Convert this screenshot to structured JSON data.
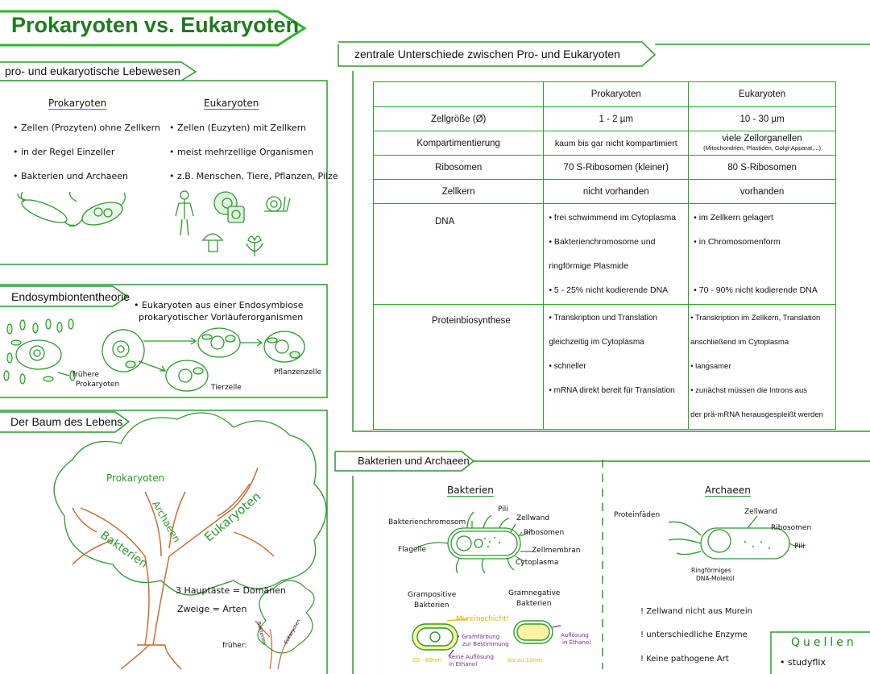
{
  "title": "Prokaryoten vs. Eukaryoten",
  "colors": {
    "green": "#1f8a1f",
    "brown": "#c7642a",
    "yellow": "#e0c020",
    "purple": "#7a2a9a"
  },
  "lebewesen": {
    "header": "pro- und eukaryotische Lebewesen",
    "prok_title": "Prokaryoten",
    "euk_title": "Eukaryoten",
    "prok_items": [
      "• Zellen (Prozyten) ohne Zellkern",
      "• in der Regel  Einzeller",
      "• Bakterien und  Archaeen"
    ],
    "euk_items": [
      "• Zellen (Euzyten) mit Zellkern",
      "• meist mehrzellige Organismen",
      "• z.B. Menschen, Tiere, Pflanzen, Pilze"
    ]
  },
  "endo": {
    "header": "Endosymbiontentheorie",
    "desc1": "• Eukaryoten aus einer Endosymbiose",
    "desc2": "prokaryotischer Vorläuferorganismen",
    "label_prok1": "frühere",
    "label_prok2": "Prokaryoten",
    "label_tier": "Tierzelle",
    "label_pflanze": "Pflanzenzelle"
  },
  "baum": {
    "header": "Der Baum des Lebens",
    "prokaryoten": "Prokaryoten",
    "archaeen": "Archaeen",
    "bakterien": "Bakterien",
    "eukaryoten": "Eukaryoten",
    "note1": "3 Hauptäste = Domänen",
    "note2": "Zweige = Arten",
    "frueher": "früher:",
    "small_bakt": "Bakterien",
    "small_euk": "Eukaryoten"
  },
  "unterschiede": {
    "header": "zentrale Unterschiede zwischen Pro- und Eukaryoten",
    "col_prok": "Prokaryoten",
    "col_euk": "Eukaryoten",
    "rows": [
      {
        "label": "Zellgröße (Ø)",
        "prok": "1 - 2 µm",
        "euk": "10 - 30 µm"
      },
      {
        "label": "Kompartimentierung",
        "prok": "kaum bis gar nicht kompartimiert",
        "euk": "viele  Zellorganellen",
        "euk2": "(Mitochondrien, Plastiden, Golgi-Apparat,...)"
      },
      {
        "label": "Ribosomen",
        "prok": "70  S-Ribosomen  (kleiner)",
        "euk": "80  S-Ribosomen"
      },
      {
        "label": "Zellkern",
        "prok": "nicht  vorhanden",
        "euk": "vorhanden"
      }
    ],
    "dna_label": "DNA",
    "dna_prok": [
      "• frei schwimmend im Cytoplasma",
      "• Bakterienchromosome und",
      "ringförmige Plasmide",
      "• 5 - 25%  nicht kodierende DNA"
    ],
    "dna_euk": [
      "• im  Zellkern  gelagert",
      "• in  Chromosomenform",
      "",
      "• 70 - 90%  nicht kodierende DNA"
    ],
    "pb_label": "Proteinbiosynthese",
    "pb_prok": [
      "• Transkription und Translation",
      "gleichzeitig  im  Cytoplasma",
      "• schneller",
      "• mRNA direkt bereit  für Translation"
    ],
    "pb_euk": [
      "• Transkription im Zellkern, Translation",
      "anschließend  im  Cytoplasma",
      "• langsamer",
      "• zunächst müssen die Introns aus",
      "der prä-mRNA herausgespleißt werden"
    ]
  },
  "bakarch": {
    "header": "Bakterien und Archaeen",
    "bakterien": "Bakterien",
    "archaeen": "Archaeen",
    "b_chrom": "Bakterienchromosom",
    "b_pili": "Pili",
    "b_zellwand": "Zellwand",
    "b_ribosomen": "Ribosomen",
    "b_zellmembran": "Zellmembran",
    "b_cytoplasma": "Cytoplasma",
    "b_flagelle": "Flagelle",
    "grampos1": "Grampositive",
    "grampos2": "Bakterien",
    "gramneg1": "Gramnegative",
    "gramneg2": "Bakterien",
    "murein": "Mureinschicht!",
    "gramfaerbung1": "• Gramfärbung",
    "gramfaerbung2": "zur Bestimmung",
    "keine1": "keine Auflösung",
    "keine2": "in Ethanol",
    "aufl1": "Auflösung",
    "aufl2": "in Ethanol",
    "size1": "20 - 80nm",
    "size2": "bis zu  10nm",
    "a_proteinfaeden": "Proteinfäden",
    "a_zellwand": "Zellwand",
    "a_ribosomen": "Ribosomen",
    "a_pili": "Pili",
    "a_ring1": "Ringförmiges",
    "a_ring2": "DNA-Molekül",
    "notes": [
      "! Zellwand nicht aus Murein",
      "! unterschiedliche Enzyme",
      "! Keine pathogene Art"
    ]
  },
  "quellen": {
    "header": "Quellen",
    "item": "• studyflix"
  }
}
